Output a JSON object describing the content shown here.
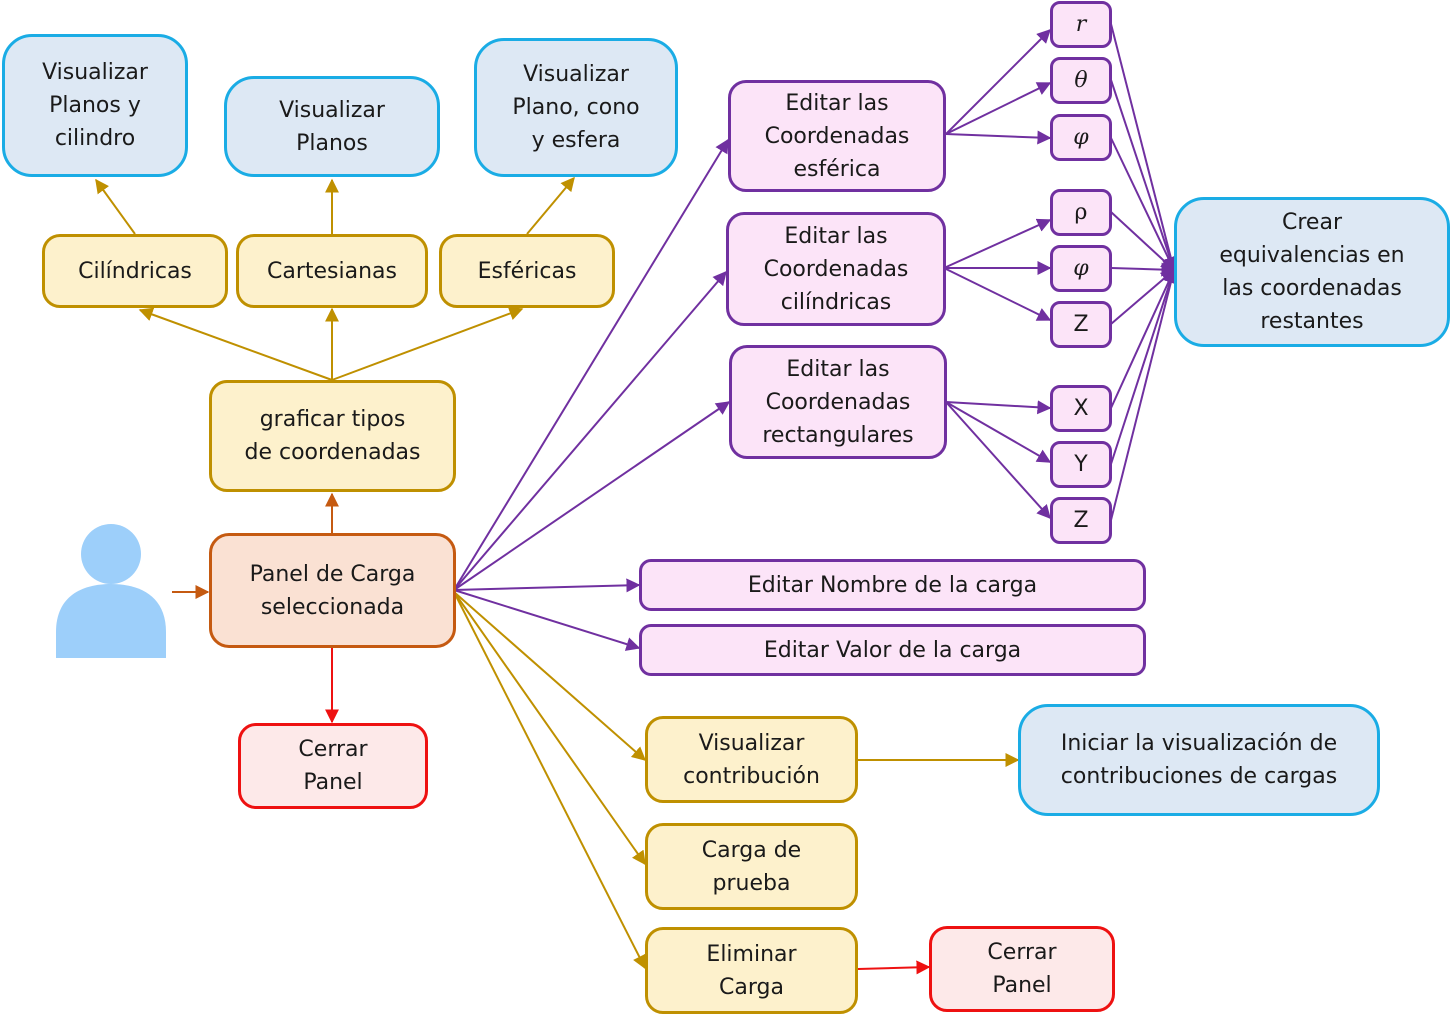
{
  "colors": {
    "yellow_border": "#bf9000",
    "blue_border": "#1aace5",
    "purple_border": "#7030a0",
    "red_border": "#ee1111",
    "orange_border": "#c55a11",
    "user_icon": "#9dcffa"
  },
  "icons": {
    "user": "user-icon"
  },
  "nodes": {
    "viz_planos_cilindro": "Visualizar\nPlanos y\ncilindro",
    "viz_planos": "Visualizar\nPlanos",
    "viz_plano_cono_esfera": "Visualizar\nPlano, cono\ny esfera",
    "cilindricas": "Cilíndricas",
    "cartesianas": "Cartesianas",
    "esfericas": "Esféricas",
    "graficar": "graficar tipos\nde coordenadas",
    "panel": "Panel de Carga\nseleccionada",
    "cerrar_panel_1": "Cerrar\nPanel",
    "edit_esferica": "Editar las\nCoordenadas\nesférica",
    "edit_cilindricas": "Editar las\nCoordenadas\ncilíndricas",
    "edit_rect": "Editar las\nCoordenadas\nrectangulares",
    "sym_r": "r",
    "sym_theta": "θ",
    "sym_phi1": "φ",
    "sym_rho": "ρ",
    "sym_phi2": "φ",
    "sym_z1": "Z",
    "sym_x": "X",
    "sym_y": "Y",
    "sym_z2": "Z",
    "crear_equiv": "Crear\nequivalencias en\nlas coordenadas\nrestantes",
    "edit_nombre": "Editar Nombre de la carga",
    "edit_valor": "Editar Valor de la carga",
    "viz_contrib": "Visualizar\ncontribución",
    "iniciar_viz": "Iniciar la visualización de\ncontribuciones de cargas",
    "carga_prueba": "Carga de\nprueba",
    "eliminar": "Eliminar\nCarga",
    "cerrar_panel_2": "Cerrar\nPanel"
  }
}
